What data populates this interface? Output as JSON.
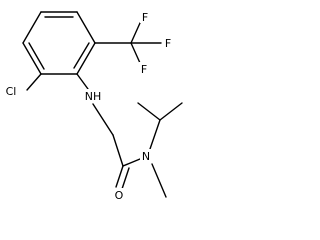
{
  "molecule": {
    "atom_labels": {
      "F_top": "F",
      "F_right": "F",
      "F_bottom": "F",
      "Cl": "Cl",
      "NH": "NH",
      "O": "O",
      "N_amide": "N"
    },
    "colors": {
      "bond": "#000000",
      "label": "#000000",
      "background": "#ffffff"
    }
  }
}
